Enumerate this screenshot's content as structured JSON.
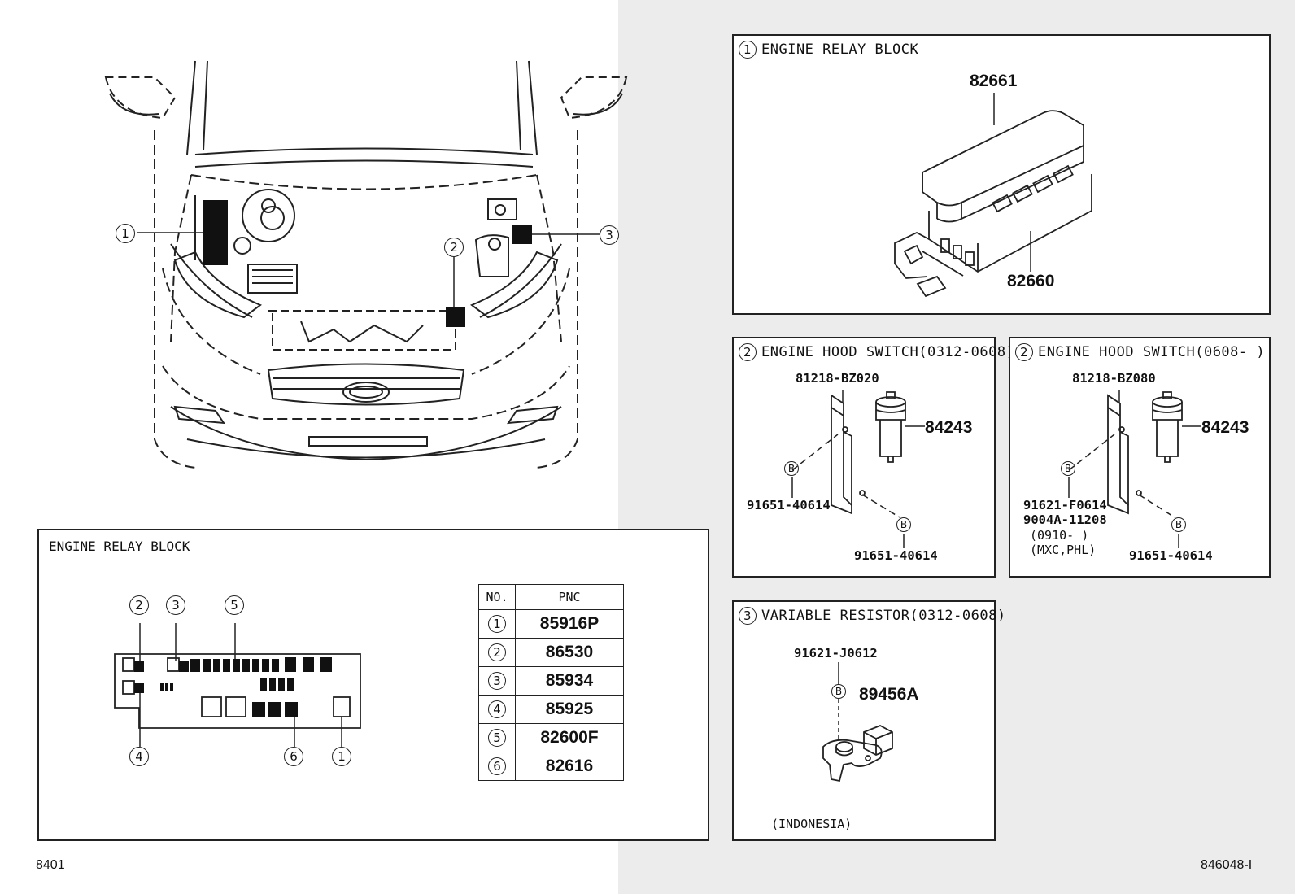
{
  "overview": {
    "callouts": [
      "1",
      "2",
      "3"
    ]
  },
  "relay_block_box": {
    "title": "ENGINE RELAY BLOCK",
    "callouts": [
      "2",
      "3",
      "5",
      "4",
      "6",
      "1"
    ],
    "table": {
      "headers": [
        "NO.",
        "PNC"
      ],
      "rows": [
        {
          "no": "1",
          "pnc": "85916P"
        },
        {
          "no": "2",
          "pnc": "86530"
        },
        {
          "no": "3",
          "pnc": "85934"
        },
        {
          "no": "4",
          "pnc": "85925"
        },
        {
          "no": "5",
          "pnc": "82600F"
        },
        {
          "no": "6",
          "pnc": "82616"
        }
      ]
    }
  },
  "panel1": {
    "num": "1",
    "title": "ENGINE RELAY BLOCK",
    "part_top": "82661",
    "part_bottom": "82660"
  },
  "panel2a": {
    "num": "2",
    "title": "ENGINE HOOD SWITCH(0312-0608)",
    "part_bracket": "81218-BZ020",
    "part_switch": "84243",
    "bolt_left": "91651-40614",
    "bolt_bottom": "91651-40614",
    "bolt_mark": "B"
  },
  "panel2b": {
    "num": "2",
    "title": "ENGINE HOOD SWITCH(0608-     )",
    "part_bracket": "81218-BZ080",
    "part_switch": "84243",
    "bolt_left_1": "91621-F0614",
    "bolt_left_2": "9004A-11208",
    "bolt_left_3": "(0910-     )",
    "bolt_left_4": "(MXC,PHL)",
    "bolt_bottom": "91651-40614",
    "bolt_mark": "B"
  },
  "panel3": {
    "num": "3",
    "title": "VARIABLE RESISTOR(0312-0608)",
    "part_bolt": "91621-J0612",
    "part_resistor": "89456A",
    "bolt_mark": "B",
    "note": "(INDONESIA)"
  },
  "footer": {
    "left": "8401",
    "right": "846048-I"
  }
}
